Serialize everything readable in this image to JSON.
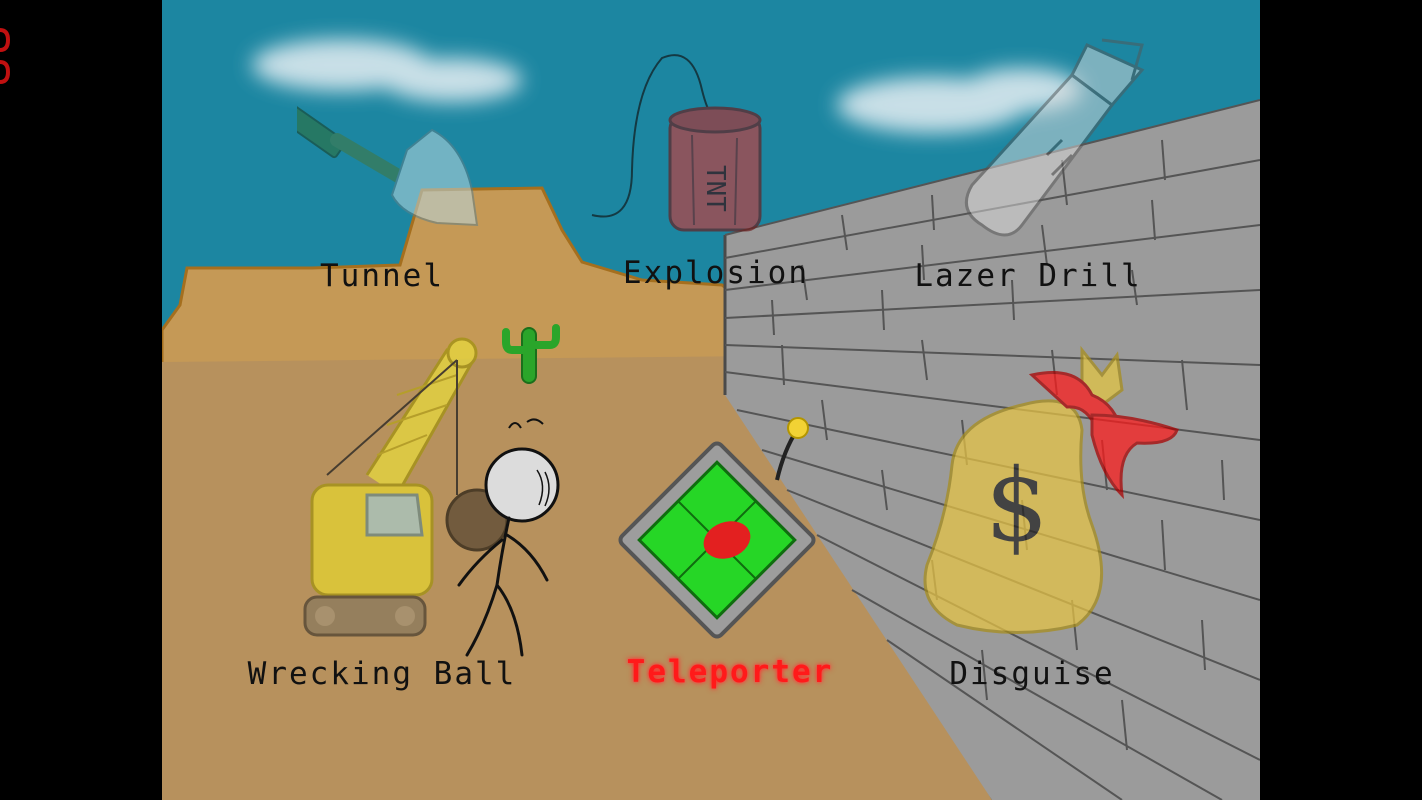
{
  "options": [
    {
      "id": "tunnel",
      "label": "Tunnel",
      "icon": "shovel-icon"
    },
    {
      "id": "explosion",
      "label": "Explosion",
      "icon": "tnt-icon"
    },
    {
      "id": "lazer-drill",
      "label": "Lazer Drill",
      "icon": "drill-icon"
    },
    {
      "id": "wrecking-ball",
      "label": "Wrecking Ball",
      "icon": "crane-icon"
    },
    {
      "id": "teleporter",
      "label": "Teleporter",
      "icon": "teleporter-pad-icon"
    },
    {
      "id": "disguise",
      "label": "Disguise",
      "icon": "money-bag-icon"
    }
  ],
  "selected_option": "teleporter",
  "props": {
    "tnt_text": "TNT",
    "money_symbol": "$"
  },
  "colors": {
    "sky": "#1c86a1",
    "sand": "#b7915d",
    "wall": "#9b9b9b",
    "selected_text": "#ff1a1a",
    "label_text": "#111111"
  }
}
